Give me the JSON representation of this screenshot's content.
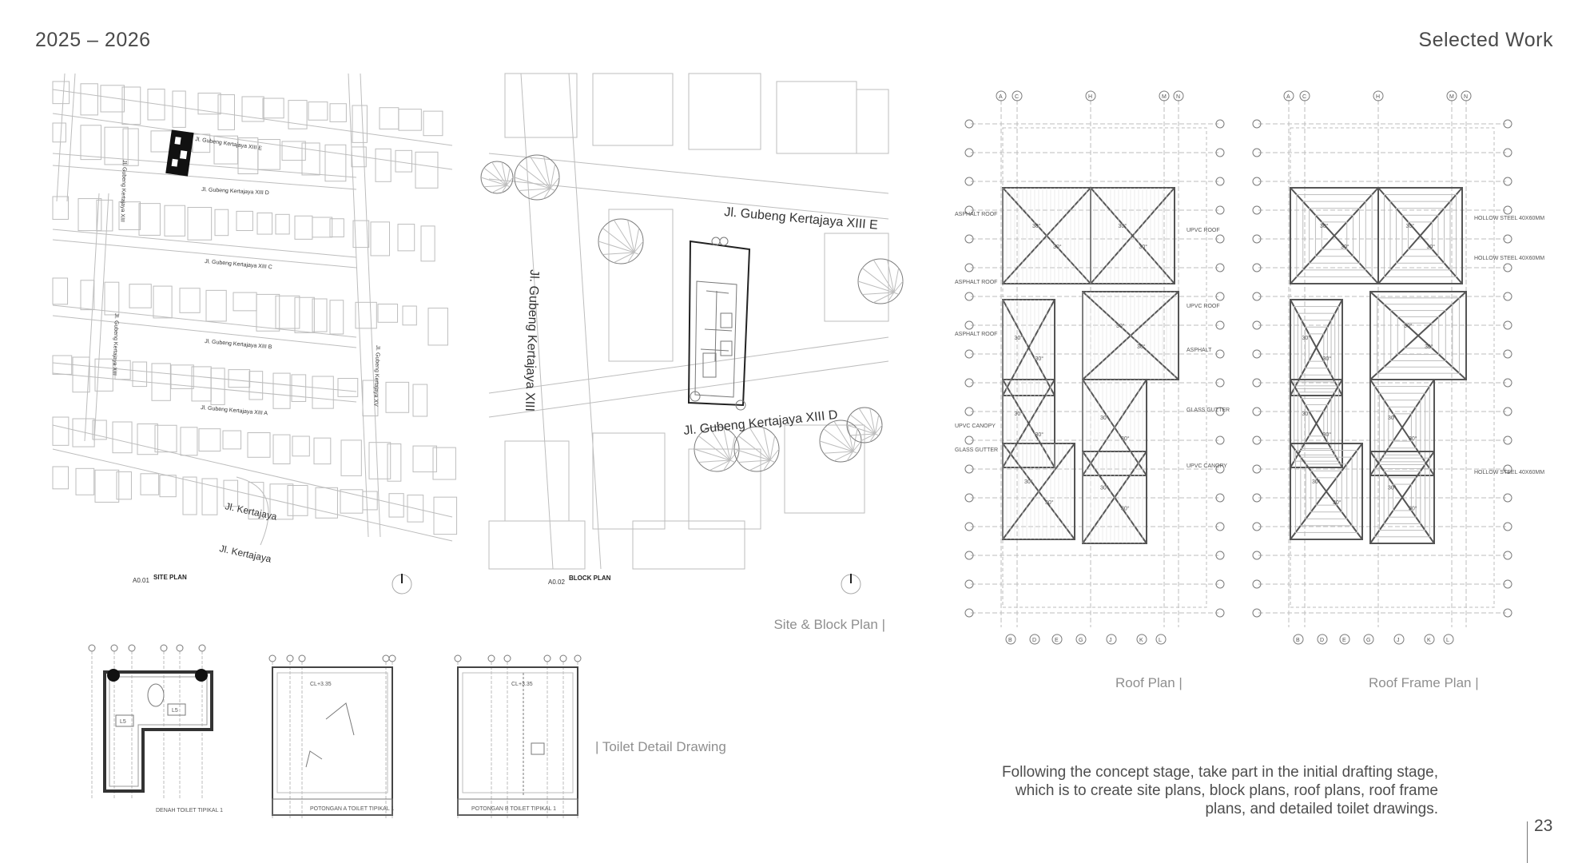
{
  "header": {
    "year": "2025 – 2026",
    "section": "Selected Work"
  },
  "site_plan": {
    "sheet_code": "A0.01",
    "sheet_title": "SITE PLAN",
    "streets": [
      "Jl. Gubeng Kertajaya XIII E",
      "Jl. Gubeng Kertajaya XIII D",
      "Jl. Gubeng Kertajaya XIII C",
      "Jl. Gubeng Kertajaya XIII B",
      "Jl. Gubeng Kertajaya XIII A",
      "Jl. Gubeng Kertajaya XIII",
      "Jl. Gubeng Kertajaya XIII",
      "Jl. Gubeng Kertajaya XV",
      "Jl. Kertajaya",
      "Jl. Kertajaya"
    ]
  },
  "block_plan": {
    "sheet_code": "A0.02",
    "sheet_title": "BLOCK PLAN",
    "streets": [
      "Jl. Gubeng Kertajaya XIII E",
      "Jl. Gubeng Kertajaya XIII",
      "Jl. Gubeng Kertajaya XIII D"
    ]
  },
  "captions": {
    "site_block": "Site & Block Plan |",
    "roof_plan": "Roof Plan |",
    "roof_frame": "Roof Frame Plan |",
    "toilet": "| Toilet Detail Drawing"
  },
  "description": [
    "Following the concept stage, take part in the initial drafting stage,",
    "which is to create site plans, block plans, roof plans, roof frame",
    "plans, and detailed toilet drawings."
  ],
  "page_number": "23",
  "roof_plan": {
    "grid_top": [
      "A",
      "C",
      "H",
      "M",
      "N"
    ],
    "grid_bottom": [
      "B",
      "D",
      "E",
      "G",
      "J",
      "K",
      "L"
    ],
    "labels": [
      "ASPHALT ROOF",
      "UPVC ROOF",
      "ASPHALT ROOF",
      "UPVC ROOF",
      "ASPHALT ROOF",
      "ASPHALT",
      "UPVC CANOPY",
      "GLASS GUTTER",
      "GLASS GUTTER",
      "UPVC CANOPY"
    ],
    "slope": "30°"
  },
  "roof_frame": {
    "grid_top": [
      "A",
      "C",
      "H",
      "M",
      "N"
    ],
    "grid_bottom": [
      "B",
      "D",
      "E",
      "G",
      "J",
      "K",
      "L"
    ],
    "labels": [
      "HOLLOW STEEL 40X60MM",
      "HOLLOW STEEL 40X60MM",
      "HOLLOW STEEL 40X60MM"
    ],
    "slope": "30°"
  },
  "toilet": {
    "plan_title": "DENAH TOILET TIPIKAL 1",
    "section_a": "POTONGAN A TOILET TIPIKAL 1",
    "section_b": "POTONGAN B TOILET TIPIKAL 1",
    "level": "CL+3.35",
    "room_tags": [
      "L5",
      "L5"
    ]
  }
}
